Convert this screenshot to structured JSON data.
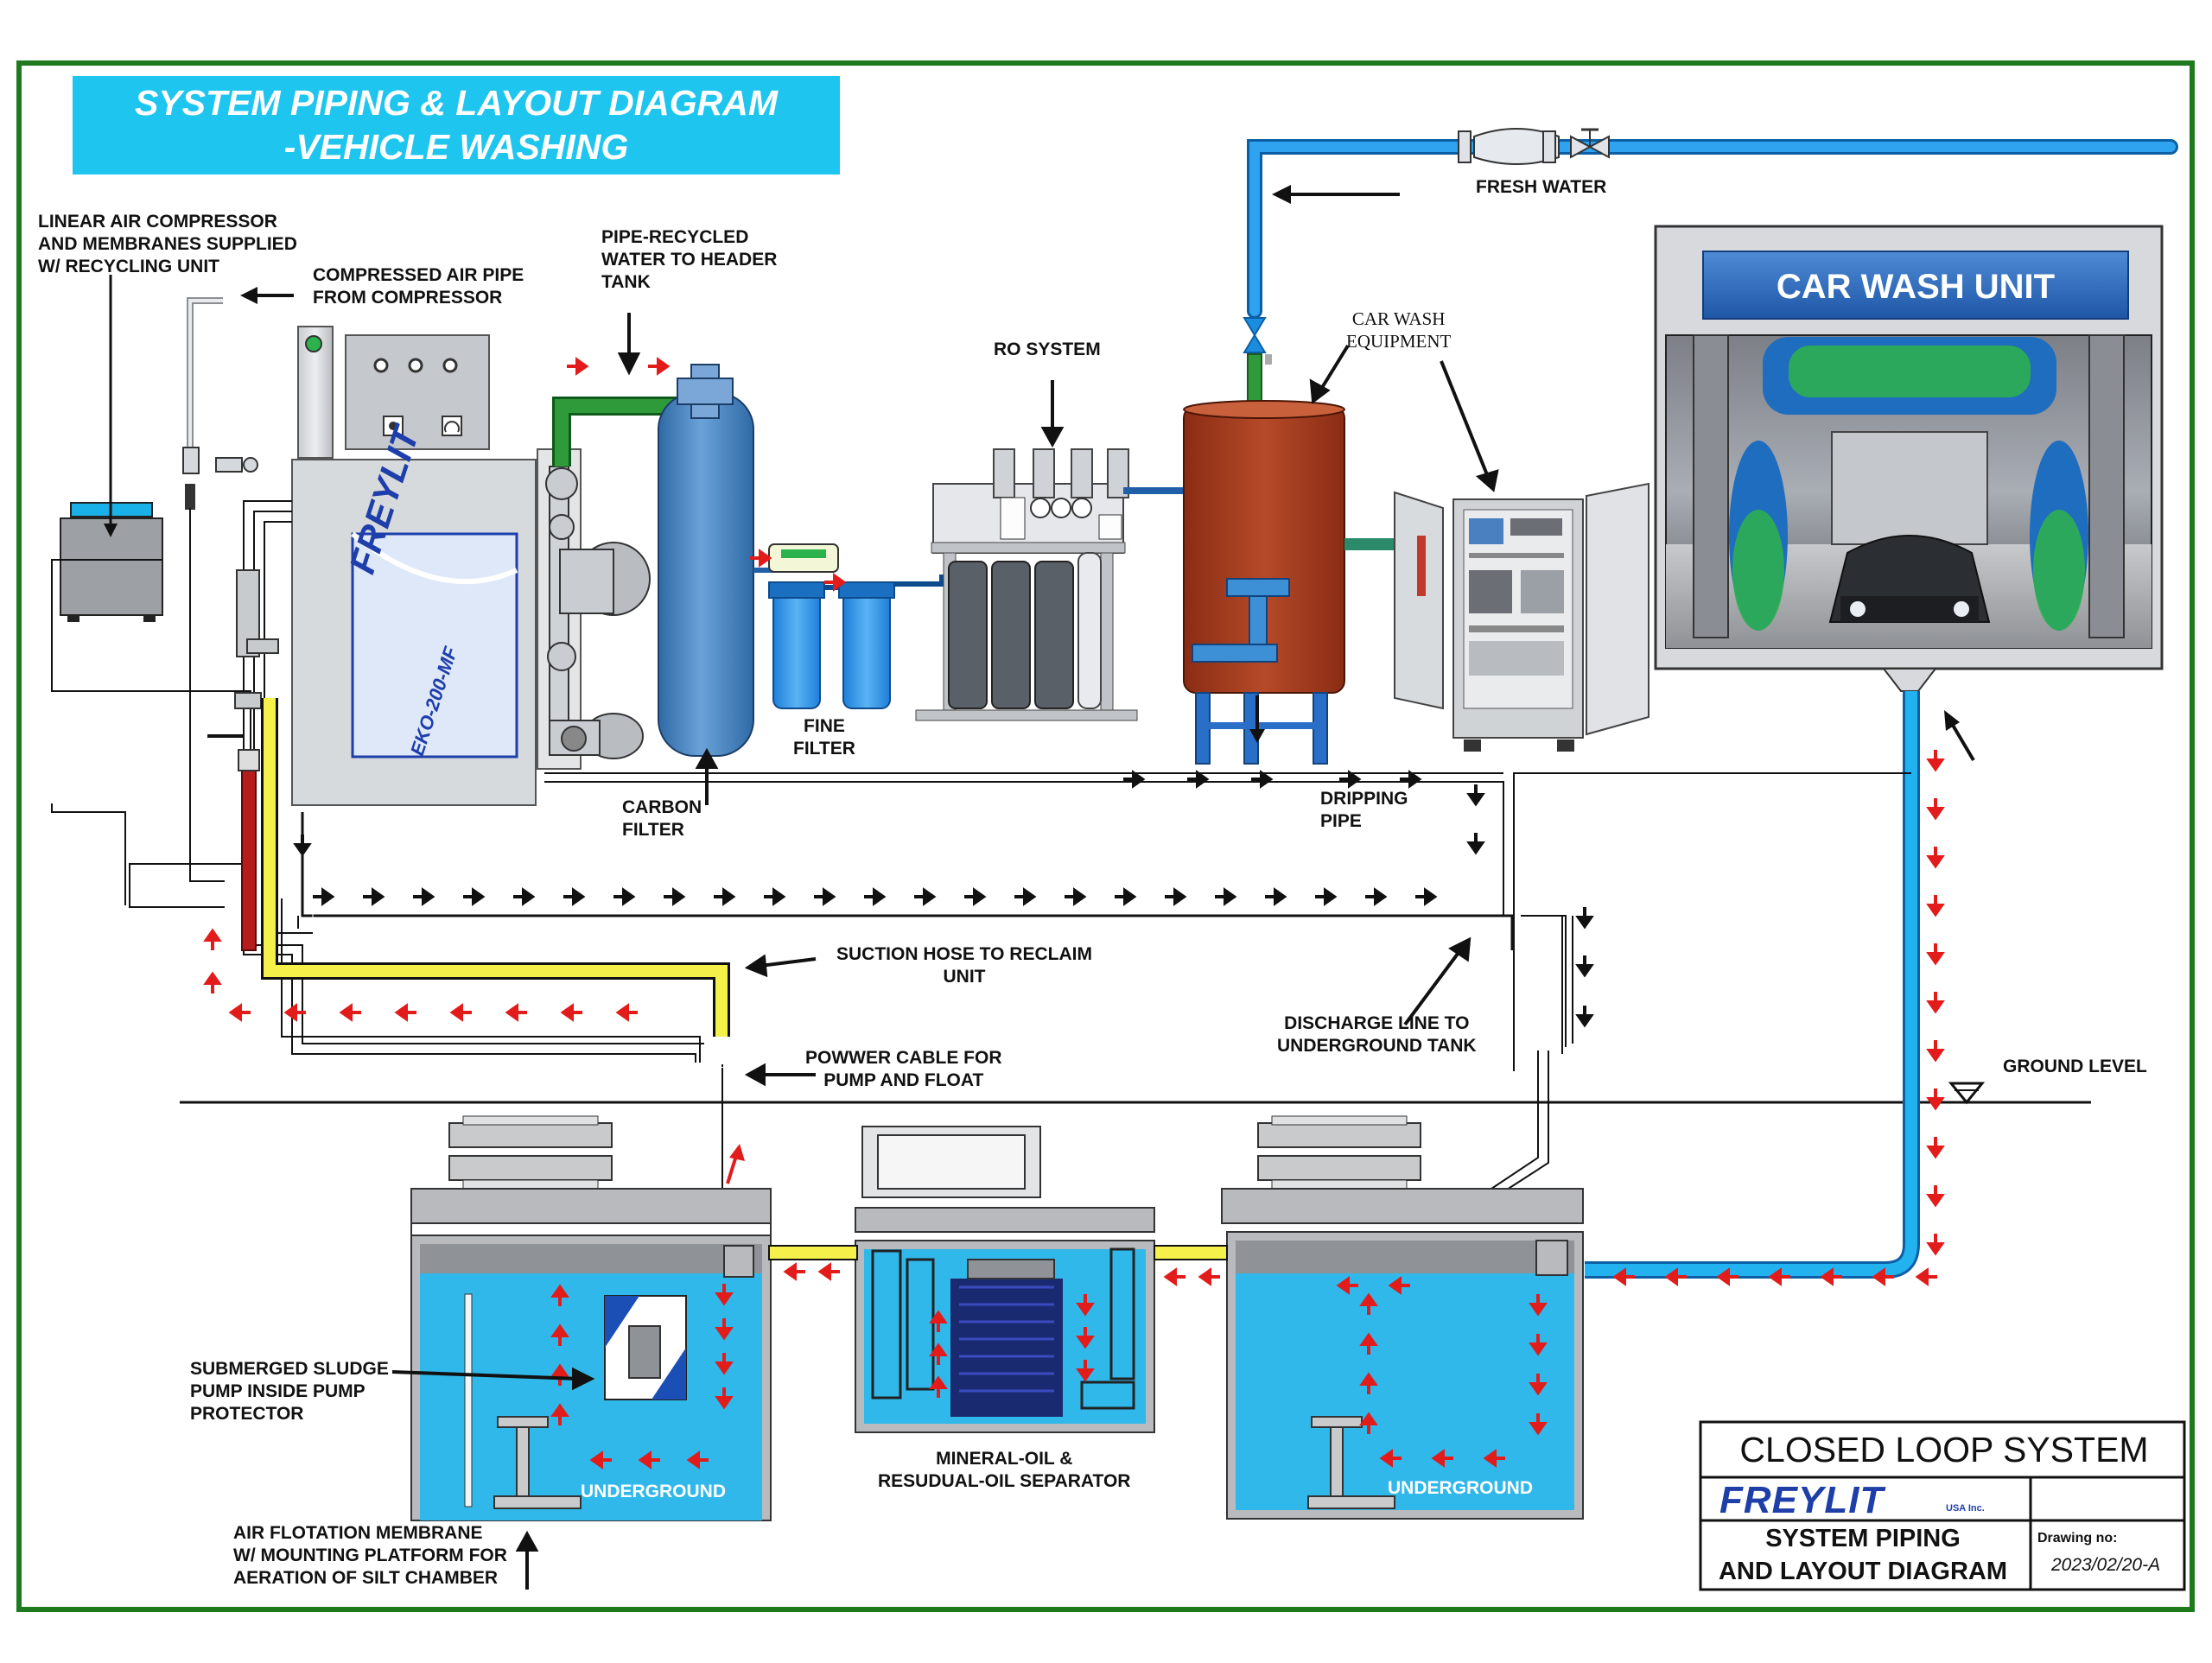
{
  "title": {
    "line1": "SYSTEM PIPING & LAYOUT DIAGRAM",
    "line2": "-VEHICLE WASHING"
  },
  "colors": {
    "accent": "#1ec5ee",
    "border": "#1f7a1f",
    "freshwater": "#1a8de0",
    "flow_arrows": "#e21b1b",
    "drain_arrows": "#111111",
    "tank_water": "#30b8ea",
    "header_tank": "#a33a1e",
    "suction_hose": "#f5f04a",
    "carwash_title": "#2a64b5"
  },
  "labels": {
    "air_compressor": "LINEAR AIR COMPRESSOR\nAND MEMBRANES SUPPLIED\nW/ RECYCLING UNIT",
    "compressed_air": "COMPRESSED AIR PIPE\nFROM COMPRESSOR",
    "pipe_recycled": "PIPE-RECYCLED\nWATER TO HEADER\nTANK",
    "ro_system": "RO SYSTEM",
    "car_wash_equipment": "CAR WASH\nEQUIPMENT",
    "fresh_water": "FRESH WATER",
    "car_wash_unit": "CAR WASH UNIT",
    "fine_filter": "FINE\nFILTER",
    "carbon_filter": "CARBON\nFILTER",
    "dripping_pipe": "DRIPPING\nPIPE",
    "suction_hose": "SUCTION HOSE TO RECLAIM\nUNIT",
    "power_cable": "POWWER CABLE FOR\nPUMP AND FLOAT",
    "discharge_line": "DISCHARGE LINE TO\nUNDERGROUND TANK",
    "ground_level": "GROUND LEVEL",
    "sludge_pump": "SUBMERGED SLUDGE\nPUMP INSIDE PUMP\nPROTECTOR",
    "air_flotation": "AIR FLOTATION MEMBRANE\nW/ MOUNTING PLATFORM FOR\nAERATION OF SILT CHAMBER",
    "separator": "MINERAL-OIL &\nRESUDUAL-OIL SEPARATOR",
    "underground_left": "UNDERGROUND",
    "underground_right": "UNDERGROUND"
  },
  "unit": {
    "brand": "FREYLIT",
    "model": "EKO-200-MF"
  },
  "title_block": {
    "heading": "CLOSED LOOP SYSTEM",
    "logo": "FREYLIT",
    "logo_suffix": "USA Inc.",
    "subtitle": "SYSTEM PIPING\nAND LAYOUT DIAGRAM",
    "drawing_label": "Drawing no:",
    "drawing_number": "2023/02/20-A"
  },
  "icons": [
    "red-flow-arrow-icon",
    "black-flow-arrow-icon",
    "ground-level-marker-icon",
    "pressure-gauge-icon"
  ]
}
